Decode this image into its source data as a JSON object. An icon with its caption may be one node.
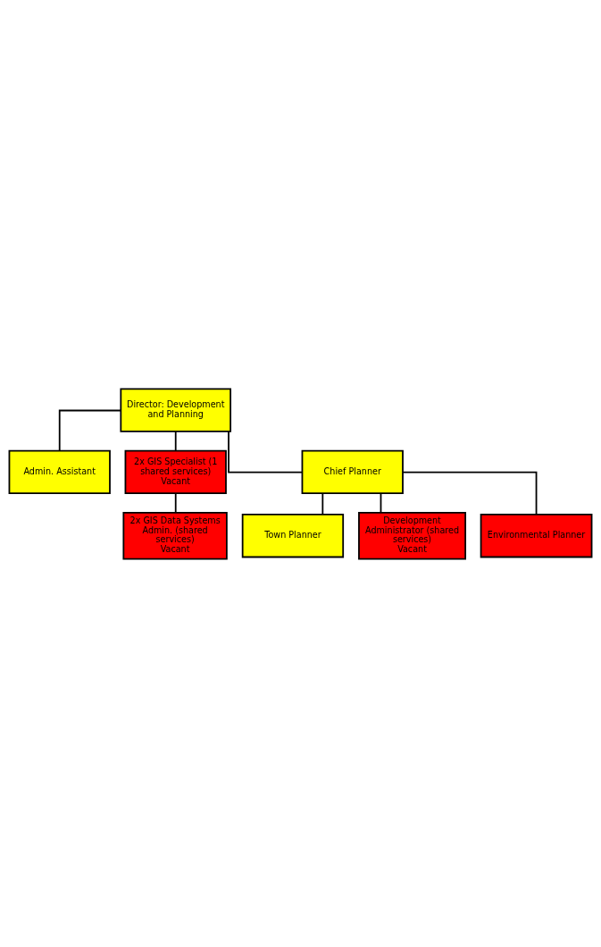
{
  "diagram": {
    "nodes": [
      {
        "text": [
          "Director: Development and Planning"
        ]
      },
      {
        "text": [
          "Admin. Assistant"
        ]
      },
      {
        "text": [
          "2x GIS Specialist (1 shared services) Vacant"
        ]
      },
      {
        "text": [
          "Chief Planner"
        ]
      },
      {
        "text": [
          "2x GIS Data Systems Admin. (shared services)",
          "Vacant"
        ]
      },
      {
        "text": [
          "Town Planner"
        ]
      },
      {
        "text": [
          "Development Administrator (shared services)",
          "Vacant"
        ]
      },
      {
        "text": [
          "Environmental Planner"
        ]
      }
    ],
    "edges": [
      {
        "from": 0,
        "to": 1,
        "arrow": "none"
      },
      {
        "from": 0,
        "to": 2,
        "arrow": "none"
      },
      {
        "from": 0,
        "to": 3,
        "arrow": "none"
      },
      {
        "from": 2,
        "to": 4,
        "arrow": "none"
      },
      {
        "from": 3,
        "to": 5,
        "arrow": "none"
      },
      {
        "from": 3,
        "to": 6,
        "arrow": "none"
      },
      {
        "from": 3,
        "to": 7,
        "arrow": "none"
      }
    ]
  }
}
